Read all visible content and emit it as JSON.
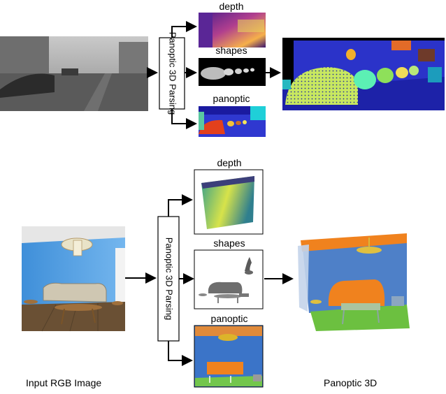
{
  "top_row": {
    "stage_label": "Panoptic 3D Parsing",
    "outputs": [
      "depth",
      "shapes",
      "panoptic"
    ]
  },
  "bottom_row": {
    "stage_label": "Panoptic 3D Parsing",
    "outputs": [
      "depth",
      "shapes",
      "panoptic"
    ]
  },
  "captions": {
    "input": "Input RGB Image",
    "result": "Panoptic 3D"
  },
  "colors": {
    "arrow": "#000000",
    "road_blue": "#2b33c9",
    "car_yellow_green": "#d8f070",
    "orange": "#f0821e",
    "cyan_green": "#5cf0b4",
    "wall_blue": "#4e80c8",
    "floor_green": "#6cc040"
  }
}
